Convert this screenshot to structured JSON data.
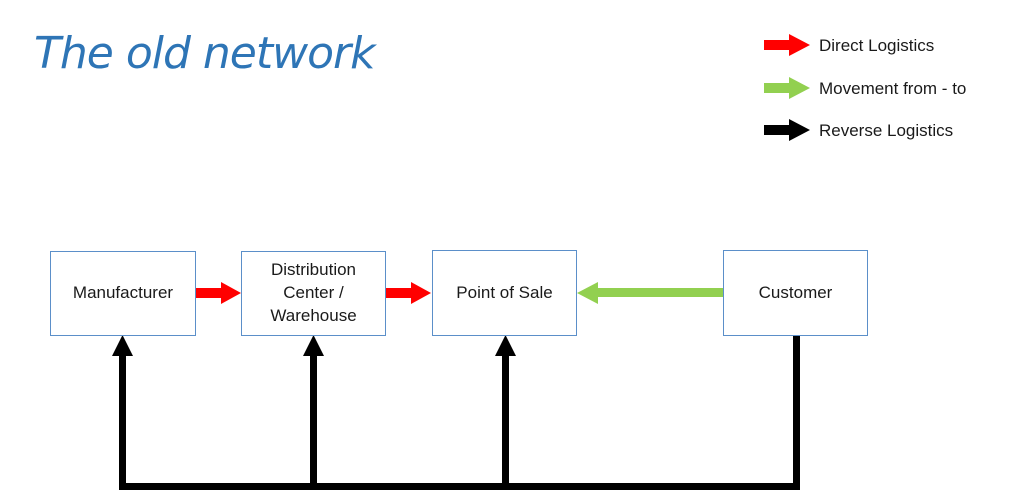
{
  "title": "The old network",
  "legend": {
    "direct": {
      "label": "Direct Logistics",
      "color": "#ff0000"
    },
    "movement": {
      "label": "Movement from - to",
      "color": "#92d050"
    },
    "reverse": {
      "label": "Reverse Logistics",
      "color": "#000000"
    }
  },
  "nodes": {
    "manufacturer": "Manufacturer",
    "distribution": "Distribution\nCenter /\nWarehouse",
    "point_of_sale": "Point of Sale",
    "customer": "Customer"
  },
  "colors": {
    "title": "#2e75b6",
    "box_border": "#5b8fc9"
  }
}
